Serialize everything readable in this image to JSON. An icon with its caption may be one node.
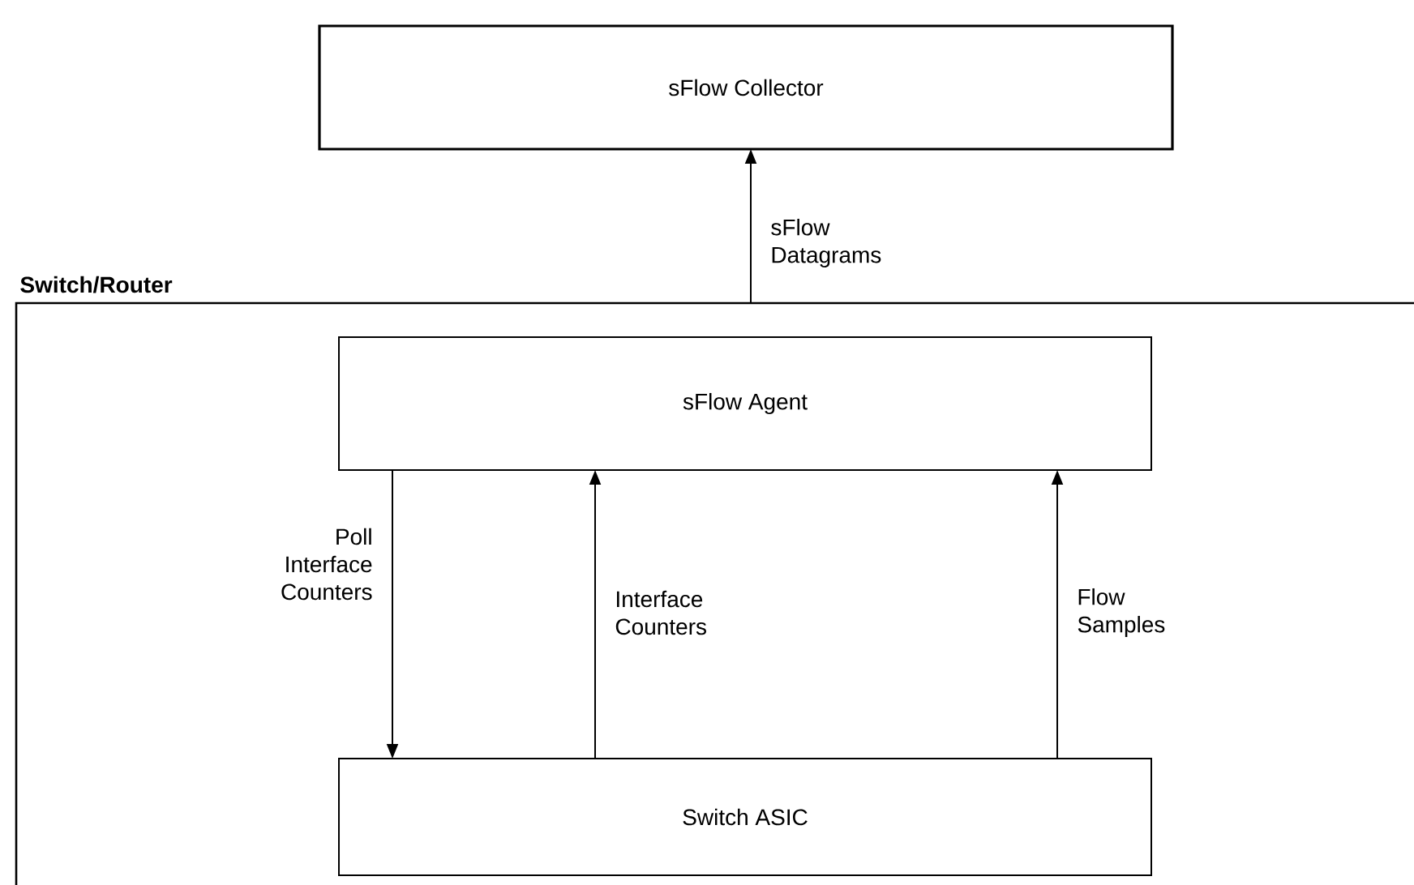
{
  "diagram": {
    "nodes": [
      {
        "text": [
          "sFlow Collector"
        ]
      },
      {
        "text": [
          "Switch/Router"
        ]
      },
      {
        "text": [
          "sFlow Agent"
        ],
        "in": 1
      },
      {
        "text": [
          "Switch ASIC"
        ],
        "in": 1
      }
    ],
    "edges": [
      {
        "from": 1,
        "to": 0,
        "arrow": "to",
        "label": "sFlow Datagrams"
      },
      {
        "from": 2,
        "to": 3,
        "arrow": "to",
        "label": "Poll Interface Counters"
      },
      {
        "from": 3,
        "to": 2,
        "arrow": "to",
        "label": "Interface Counters"
      },
      {
        "from": 3,
        "to": 2,
        "arrow": "to",
        "label": "Flow Samples"
      }
    ]
  }
}
